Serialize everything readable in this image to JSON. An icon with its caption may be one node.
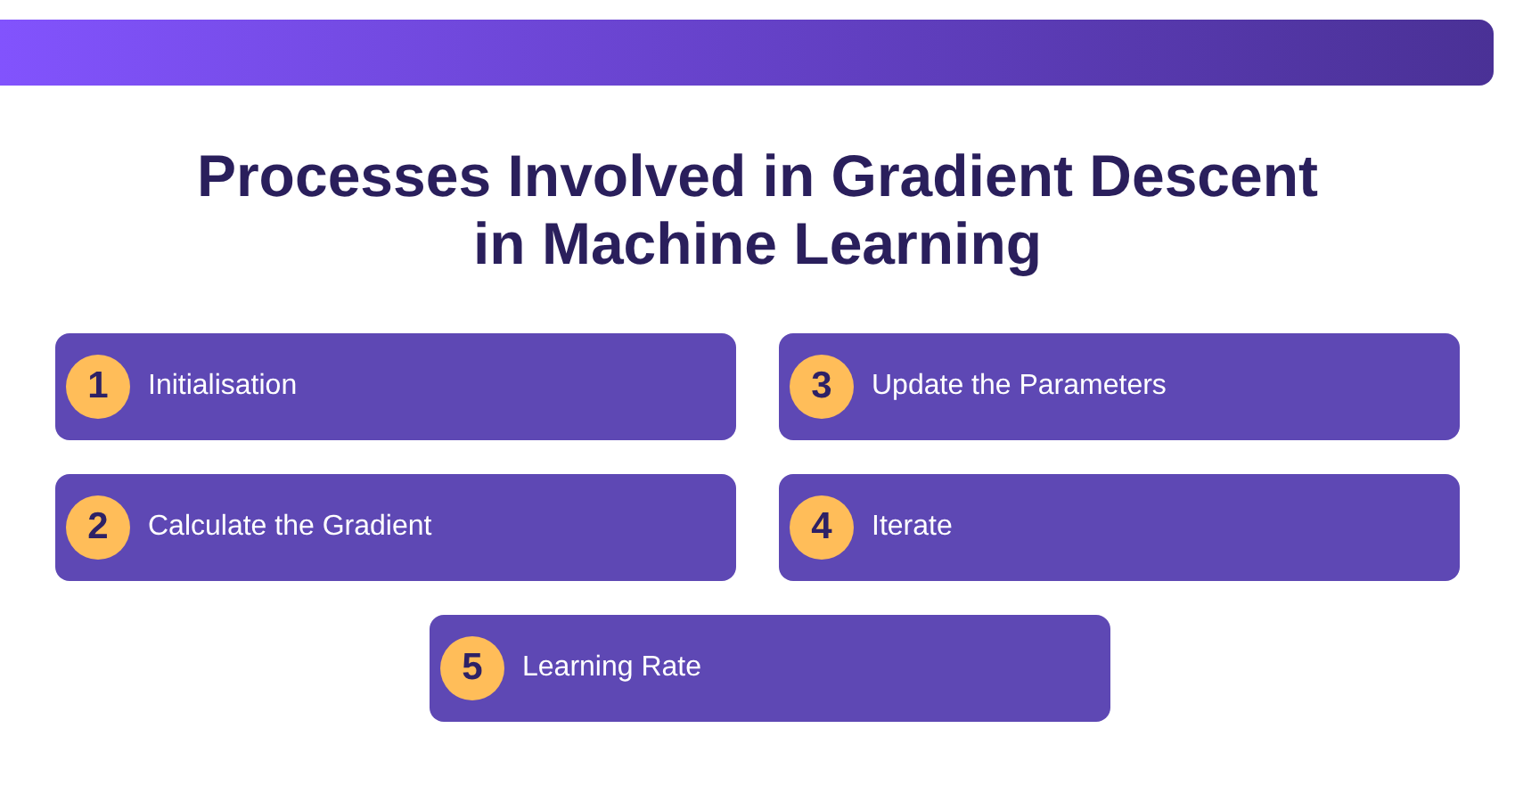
{
  "diagram": {
    "title": "Processes Involved in Gradient Descent in Machine Learning",
    "nodes": [
      {
        "text": [
          "Initialisation"
        ]
      },
      {
        "text": [
          "1"
        ],
        "in": 0
      },
      {
        "text": [
          "Calculate the Gradient"
        ]
      },
      {
        "text": [
          "2"
        ],
        "in": 2
      },
      {
        "text": [
          "Update the Parameters"
        ]
      },
      {
        "text": [
          "3"
        ],
        "in": 4
      },
      {
        "text": [
          "Iterate"
        ]
      },
      {
        "text": [
          "4"
        ],
        "in": 6
      },
      {
        "text": [
          "Learning Rate"
        ]
      },
      {
        "text": [
          "5"
        ],
        "in": 8
      }
    ],
    "edges": []
  }
}
